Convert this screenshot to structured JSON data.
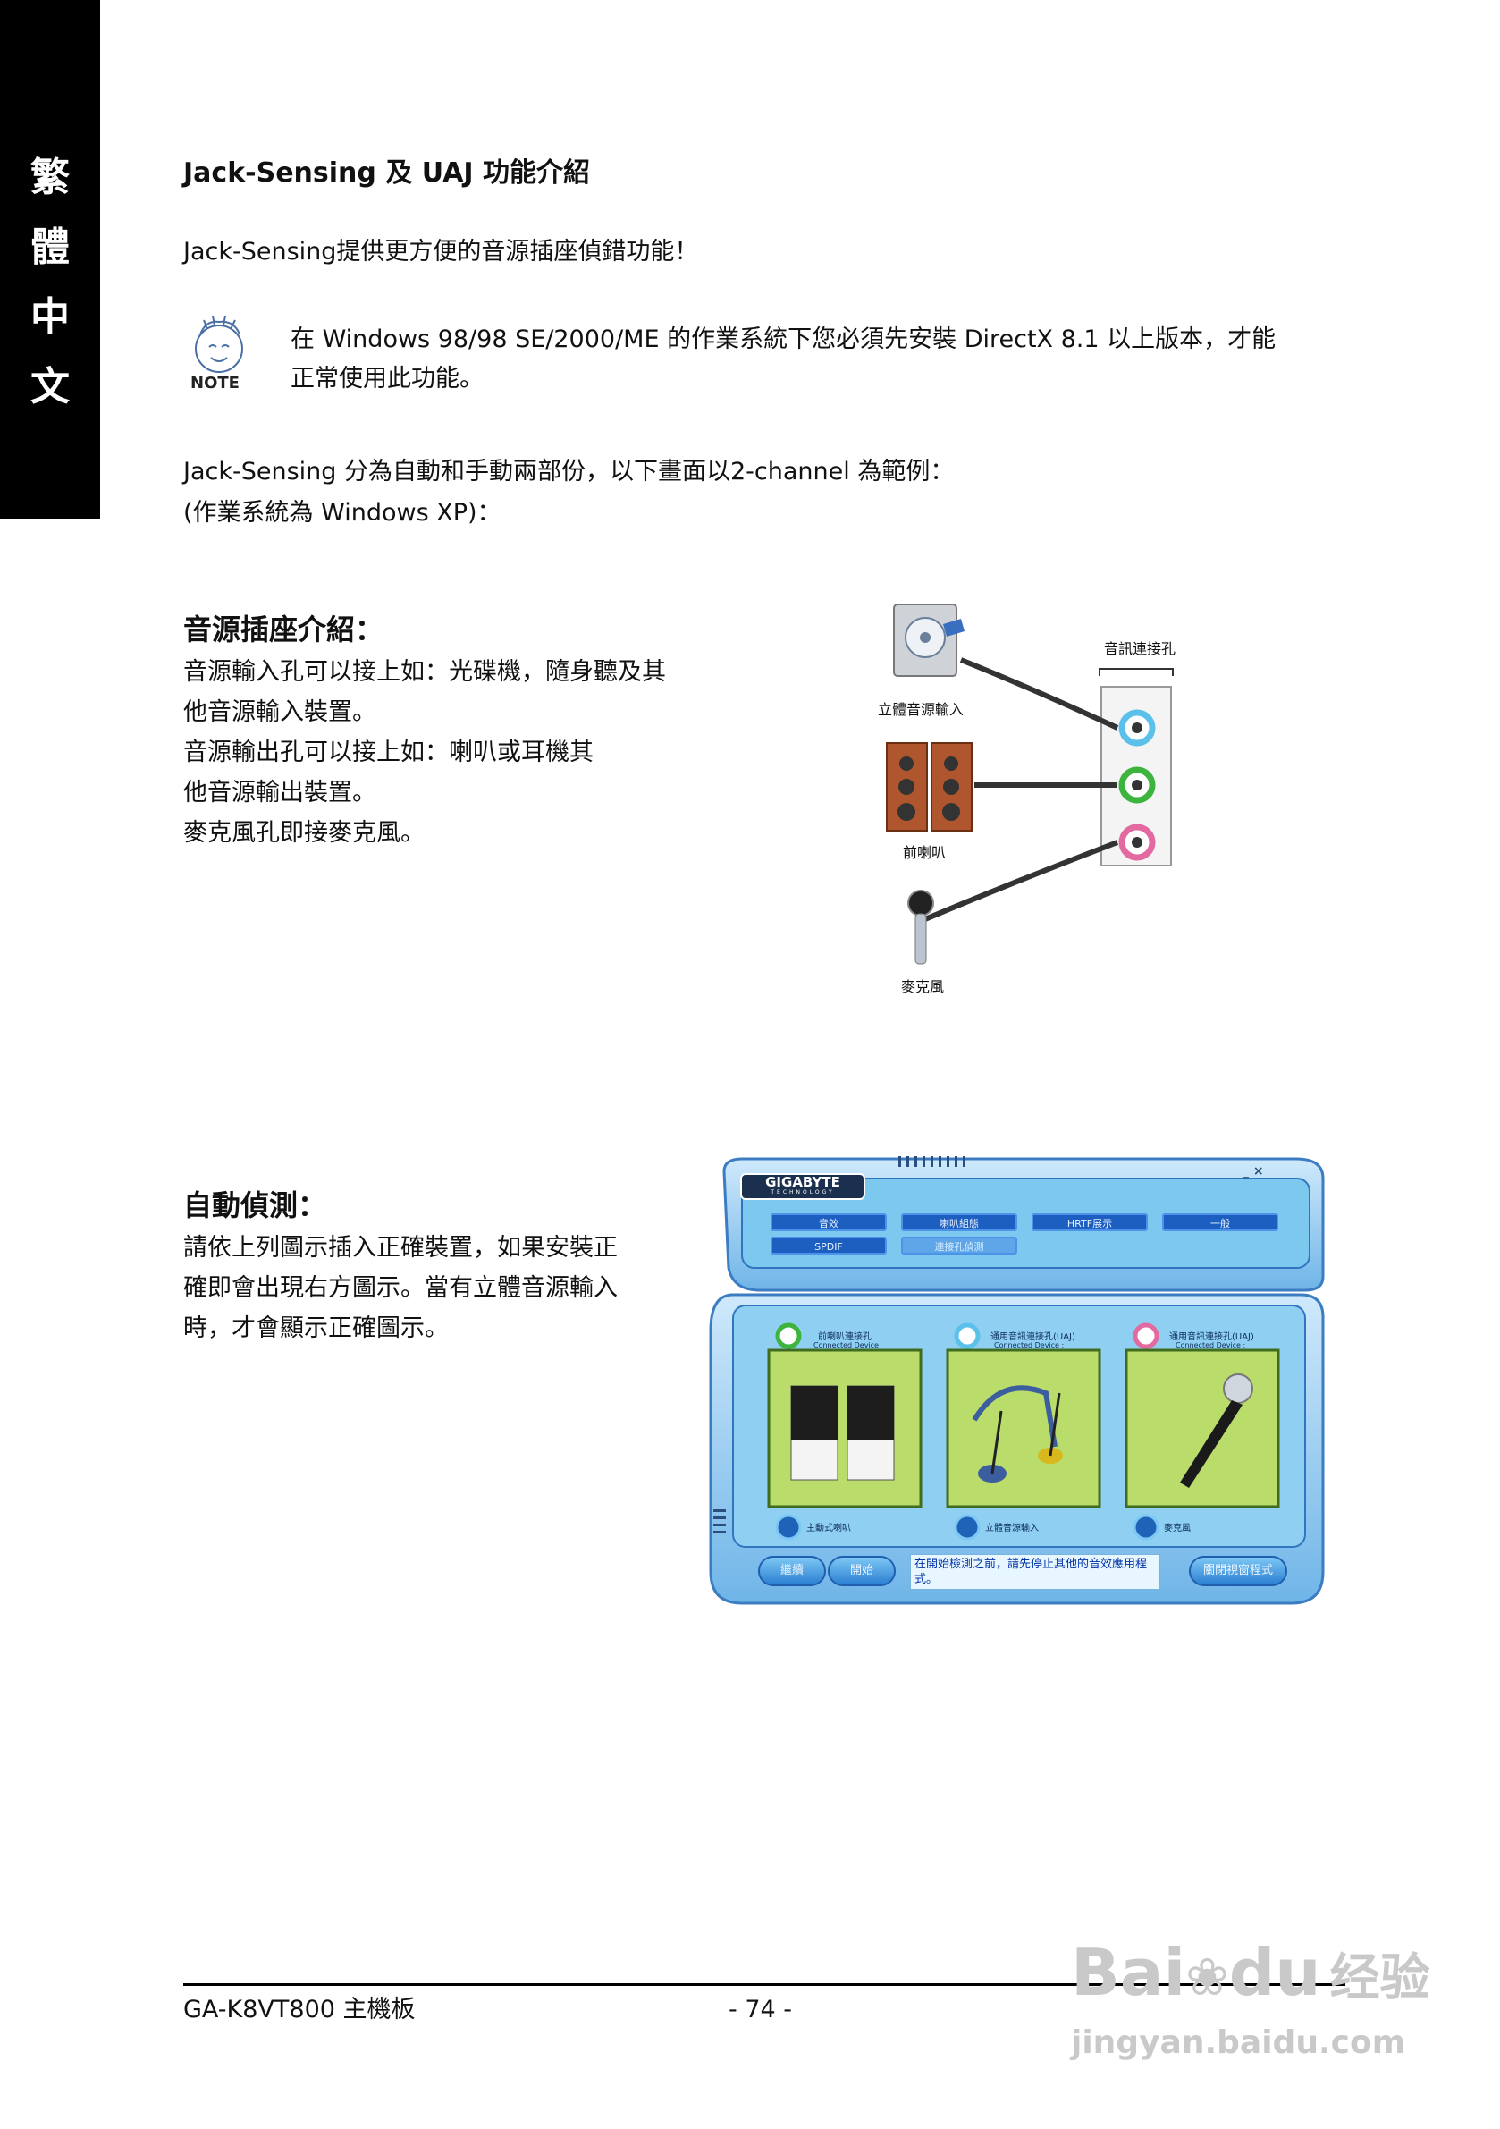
{
  "sidebar": {
    "chars": [
      "繁",
      "體",
      "中",
      "文"
    ]
  },
  "section_title": "Jack-Sensing 及 UAJ 功能介紹",
  "intro": "Jack-Sensing提供更方便的音源插座偵錯功能！",
  "note": {
    "label": "NOTE",
    "line1": "在 Windows 98/98 SE/2000/ME 的作業系統下您必須先安裝 DirectX 8.1 以上版本，才能",
    "line2": "正常使用此功能。"
  },
  "para": {
    "line1": "Jack-Sensing 分為自動和手動兩部份，以下畫面以2-channel 為範例：",
    "line2": "(作業系統為 Windows XP)："
  },
  "jack_intro": {
    "heading": "音源插座介紹：",
    "lines": [
      "音源輸入孔可以接上如：光碟機，隨身聽及其",
      "他音源輸入裝置。",
      "音源輸出孔可以接上如：喇叭或耳機其",
      "他音源輸出裝置。",
      "麥克風孔即接麥克風。"
    ]
  },
  "diagram": {
    "jack_label": "音訊連接孔",
    "stereo_in_label": "立體音源輸入",
    "speaker_label": "前喇叭",
    "mic_label": "麥克風",
    "colors": {
      "line_in": "#5bc0ea",
      "line_out": "#3db43d",
      "mic": "#e26aa0"
    }
  },
  "auto_detect": {
    "heading": "自動偵測：",
    "lines": [
      "請依上列圖示插入正確裝置，如果安裝正",
      "確即會出現右方圖示。當有立體音源輸入",
      "時，才會顯示正確圖示。"
    ]
  },
  "app": {
    "brand": "GIGABYTE",
    "brand_sub": "TECHNOLOGY",
    "tabs": [
      "音效",
      "喇叭組態",
      "HRTF展示",
      "一般",
      "SPDIF",
      "連接孔偵測"
    ],
    "slots": [
      {
        "title": "前喇叭連接孔",
        "sub": "Connected Device",
        "device": "主動式喇叭"
      },
      {
        "title": "通用音訊連接孔(UAJ)",
        "sub": "Connected Device :",
        "device": "立體音源輸入"
      },
      {
        "title": "通用音訊連接孔(UAJ)",
        "sub": "Connected Device :",
        "device": "麥克風"
      }
    ],
    "buttons": {
      "left1": "繼續",
      "left2": "開始",
      "right": "關閉視窗程式"
    },
    "message": "在開始檢測之前，請先停止其他的音效應用程式。",
    "colors": {
      "accent": "#2b7fd6",
      "panel": "#9fd3f2",
      "slot_bg": "#b9dc6a"
    }
  },
  "footer": {
    "model": "GA-K8VT800 主機板",
    "page": "- 74 -"
  },
  "watermark": {
    "brand": "Bai",
    "brand2": "du",
    "cn": "经验",
    "url": "jingyan.baidu.com"
  }
}
